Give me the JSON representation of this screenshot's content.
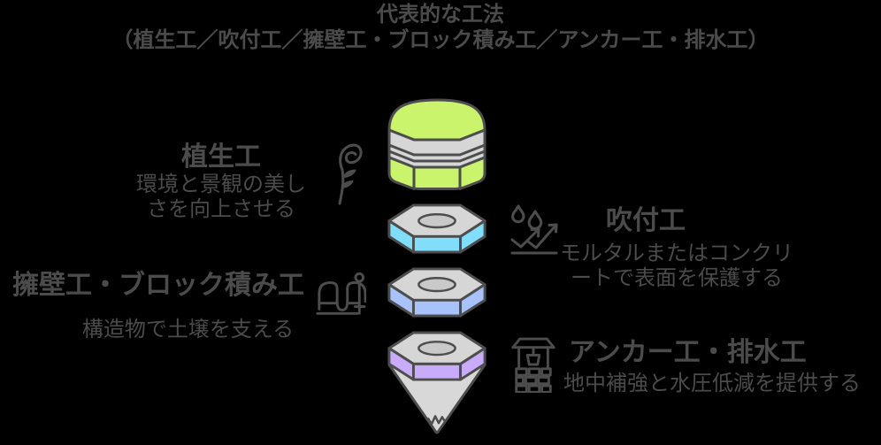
{
  "title": {
    "line1": "代表的な工法",
    "line2": "（植生工／吹付工／擁壁工・ブロック積み工／アンカー工・排水工）"
  },
  "methods": [
    {
      "id": "vegetation",
      "name": "植生工",
      "desc_lines": [
        "環境と景観の美し",
        "さを向上させる"
      ],
      "icon": "sprout-icon",
      "layer_color": "#cbf46d"
    },
    {
      "id": "spraying",
      "name": "吹付工",
      "desc_lines": [
        "モルタルまたはコンクリ",
        "ートで表面を保護する"
      ],
      "icon": "spray-icon",
      "layer_color": "#80defb"
    },
    {
      "id": "retaining-wall-block",
      "name": "擁壁工・ブロック積み工",
      "desc_lines": [
        "構造物で土壌を支える"
      ],
      "icon": "dam-icon",
      "layer_color": "#a8c3fa"
    },
    {
      "id": "anchor-drainage",
      "name": "アンカー工・排水工",
      "desc_lines": [
        "地中補強と水圧低減を提供する"
      ],
      "icon": "well-icon",
      "layer_color": "#c8acfa"
    }
  ],
  "colors": {
    "background": "#000000",
    "text": "#4b4b4b",
    "outline": "#4d4d4d",
    "gray_face": "#d6d6d6",
    "hole_fill": "#c9c9c9",
    "cone_fill": "#d8d8d8"
  }
}
